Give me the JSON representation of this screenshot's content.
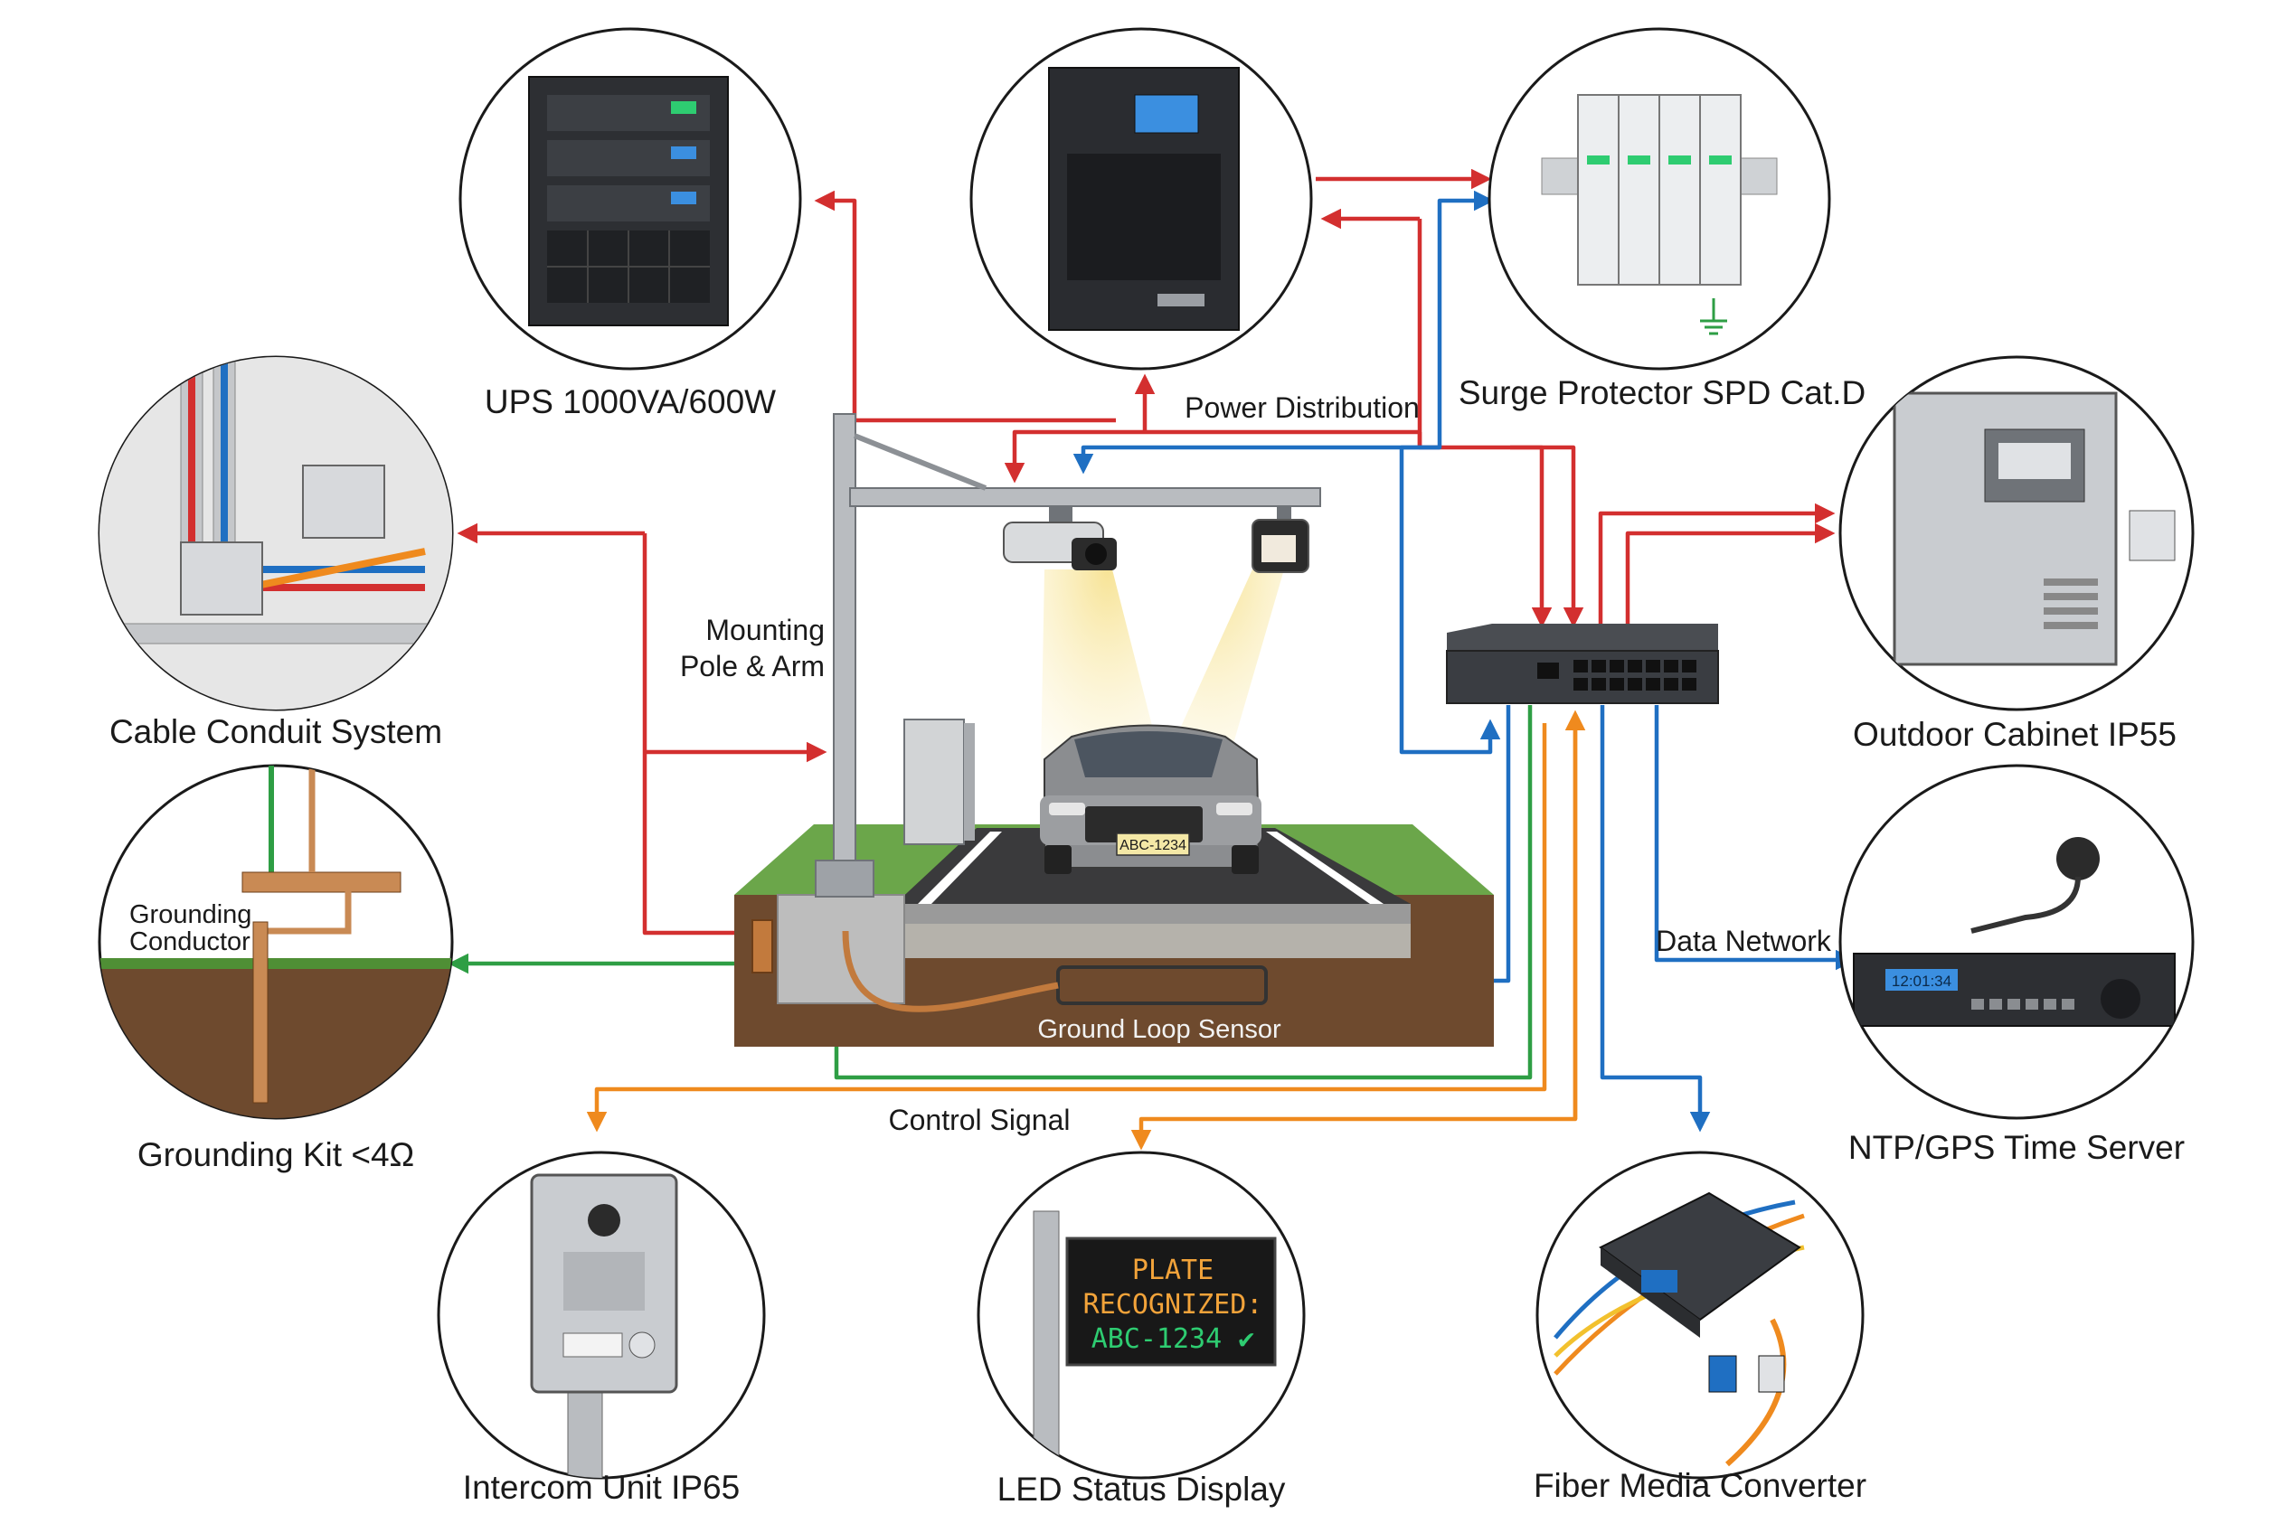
{
  "labels": {
    "ups": "UPS 1000VA/600W",
    "surge": "Surge Protector SPD Cat.D",
    "conduit": "Cable Conduit System",
    "cabinet": "Outdoor Cabinet IP55",
    "grounding_kit": "Grounding Kit <4Ω",
    "ntp": "NTP/GPS Time Server",
    "intercom": "Intercom Unit IP65",
    "led": "LED Status Display",
    "fiber": "Fiber Media Converter",
    "pole_line1": "Mounting",
    "pole_line2": "Pole & Arm",
    "power_distribution": "Power Distribution",
    "data_network": "Data Network",
    "control_signal": "Control Signal",
    "ground_loop": "Ground Loop Sensor",
    "grounding_conductor_line1": "Grounding",
    "grounding_conductor_line2": "Conductor"
  },
  "plate": "ABC-1234",
  "led_display": {
    "line1": "PLATE",
    "line2": "RECOGNIZED:",
    "line3": "ABC-1234 ✔"
  },
  "ntp_display": "12:01:34",
  "colors": {
    "power": "#d32f2f",
    "data": "#1f6fc2",
    "ground": "#2e9e44",
    "control": "#ef8a1e"
  }
}
